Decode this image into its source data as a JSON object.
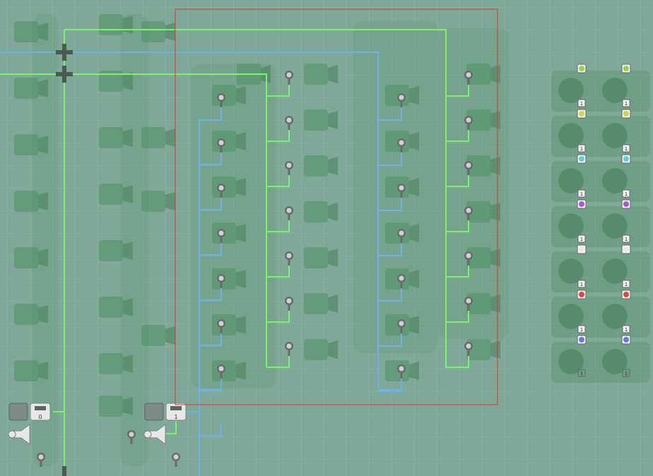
{
  "view": {
    "mode": "blueprint-placement",
    "colors": {
      "background": "#7fa898",
      "grid_line": "#8fb5a5",
      "building_ghost": "#4f8f63",
      "building_ghost_dark": "#3e7a52",
      "green_wire": "#7cf26a",
      "blue_wire": "#6fb0e6",
      "selection": "#e0352b",
      "pole": "#6a6a6a",
      "pole_top": "#cfd3d6"
    }
  },
  "selection_box": {
    "label": "selection-area"
  },
  "combinators": {
    "left_group": {
      "value": "0"
    },
    "right_group": {
      "value": "1"
    }
  },
  "signal_column": {
    "signals": [
      {
        "icon": "yellow-science-icon",
        "color": "#c8d84a"
      },
      {
        "icon": "cyan-science-icon",
        "color": "#5fd2d2"
      },
      {
        "icon": "purple-science-icon",
        "color": "#a65ad0"
      },
      {
        "icon": "white-science-icon",
        "color": "#eaeaea"
      },
      {
        "icon": "red-science-icon",
        "color": "#d84848"
      },
      {
        "icon": "blue-science-icon",
        "color": "#6a7ad8"
      }
    ],
    "count_label": "1"
  }
}
